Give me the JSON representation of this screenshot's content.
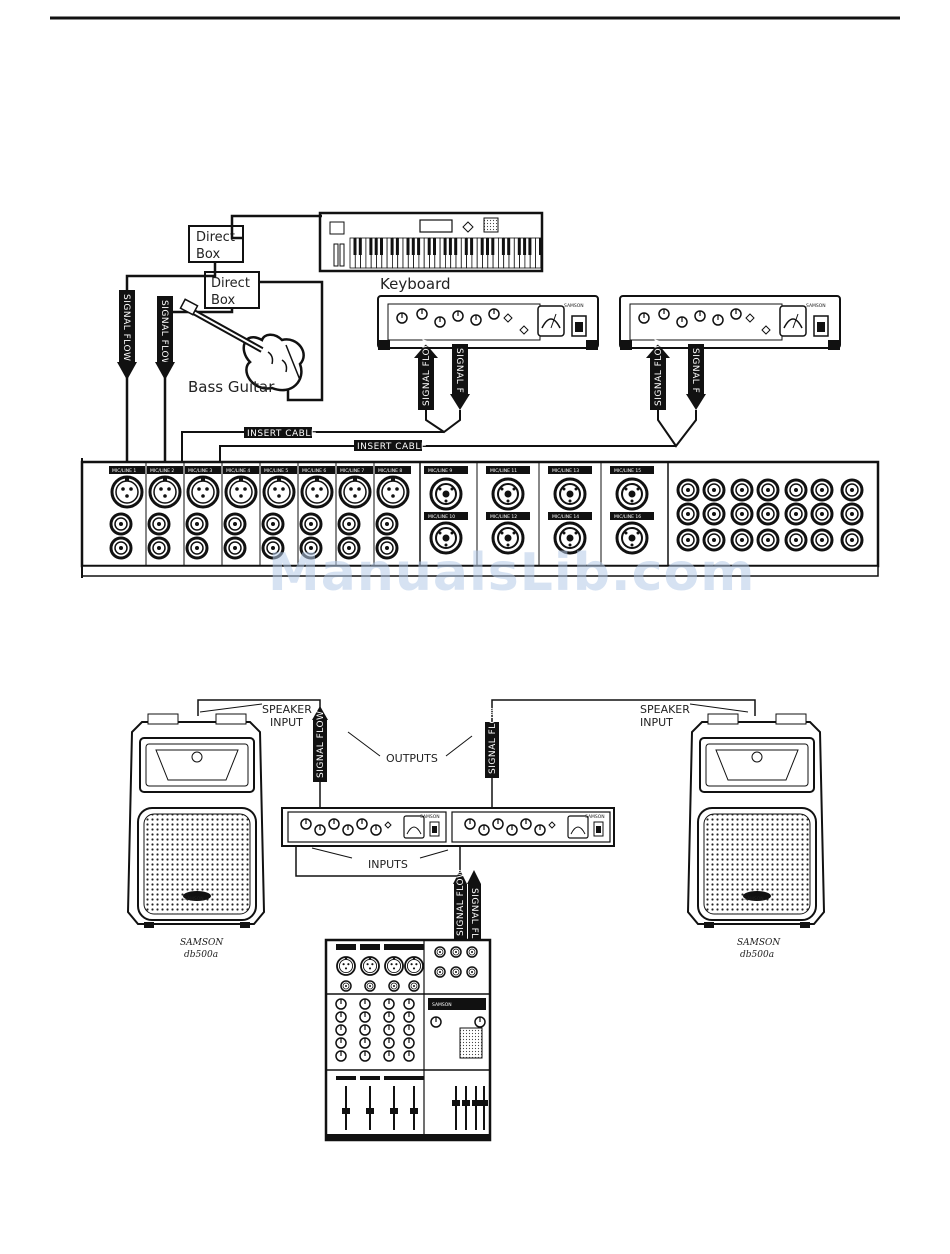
{
  "figure1": {
    "keyboard_label": "Keyboard",
    "direct_box_1": [
      "Direct",
      "Box"
    ],
    "direct_box_2": [
      "Direct",
      "Box"
    ],
    "bass_guitar_label": "Bass Guitar",
    "signal_flow": "SIGNAL FLOW",
    "insert_cable_1": "INSERT CABLE",
    "insert_cable_2": "INSERT CABLE",
    "mixer_mic_channels": [
      "MIC/LINE 1",
      "MIC/LINE 2",
      "MIC/LINE 3",
      "MIC/LINE 4",
      "MIC/LINE 5",
      "MIC/LINE 6",
      "MIC/LINE 7",
      "MIC/LINE 8"
    ],
    "mixer_combo_top": [
      "MIC/LINE 9",
      "MIC/LINE 11",
      "MIC/LINE 13",
      "MIC/LINE 15"
    ],
    "mixer_combo_bottom": [
      "MIC/LINE 10",
      "MIC/LINE 12",
      "MIC/LINE 14",
      "MIC/LINE 16"
    ],
    "compressor_brand": "SAMSON"
  },
  "figure2": {
    "speaker_input_left": [
      "SPEAKER",
      "INPUT"
    ],
    "speaker_input_right": [
      "SPEAKER",
      "INPUT"
    ],
    "outputs_label": "OUTPUTS",
    "inputs_label": "INPUTS",
    "signal_flow": "SIGNAL FLOW",
    "speaker_caption_left": [
      "SAMSON",
      "db500a"
    ],
    "speaker_caption_right": [
      "SAMSON",
      "db500a"
    ],
    "speaker_logo": "SAMSON",
    "compressor_brand": "SAMSON",
    "mixer_brand": "SAMSON"
  },
  "watermark": "ManualsLib.com"
}
